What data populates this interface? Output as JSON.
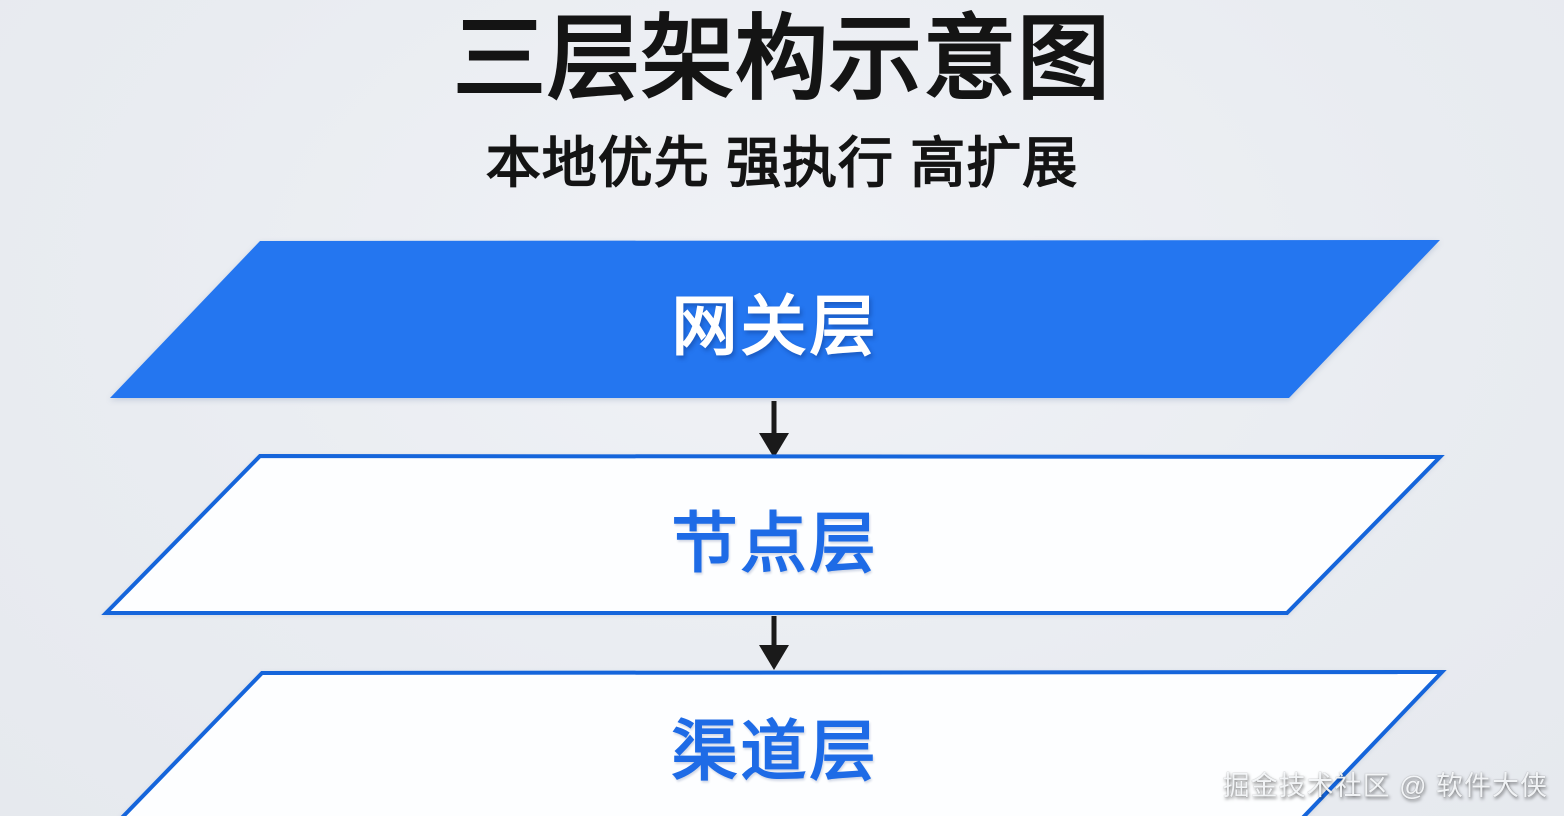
{
  "title": "三层架构示意图",
  "subtitle": "本地优先 强执行 高扩展",
  "diagram": {
    "flow": "top-down",
    "layers": [
      {
        "name": "网关层",
        "variant": "solid-blue"
      },
      {
        "name": "节点层",
        "variant": "outline-white"
      },
      {
        "name": "渠道层",
        "variant": "outline-white"
      }
    ]
  },
  "watermark": "掘金技术社区 @ 软件大侠",
  "colors": {
    "background": "#E9ECF1",
    "solid_layer_fill": "#2476F0",
    "outline_layer_fill": "#FDFEFF",
    "outline_layer_border": "#1565DB",
    "layer_text_blue": "#1E6BE6",
    "layer_text_white": "#FFFFFF",
    "arrow": "#1A1A1A",
    "title_text": "#141414"
  }
}
